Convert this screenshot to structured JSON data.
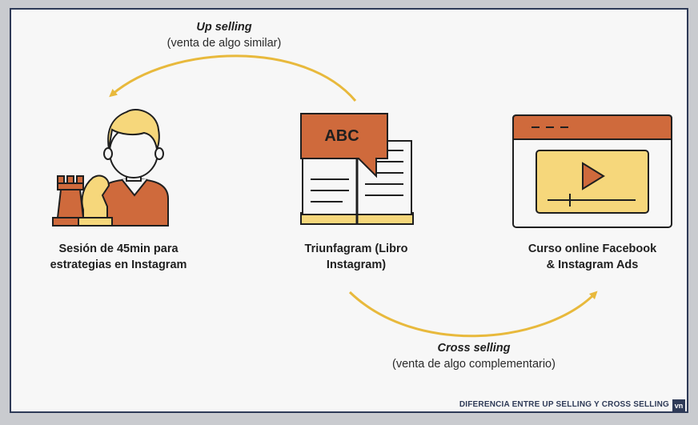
{
  "upsell": {
    "title": "Up selling",
    "subtitle": "(venta de algo similar)"
  },
  "crosssell": {
    "title": "Cross selling",
    "subtitle": "(venta de algo complementario)"
  },
  "items": [
    {
      "line1": "Sesión de 45min para",
      "line2": "estrategias en Instagram"
    },
    {
      "line1": "Triunfagram (Libro",
      "line2": "Instagram)"
    },
    {
      "line1": "Curso online Facebook",
      "line2": "& Instagram Ads"
    }
  ],
  "book_badge": "ABC",
  "footer": "DIFERENCIA ENTRE UP SELLING Y CROSS SELLING",
  "logo_text": "vn",
  "colors": {
    "orange": "#cf6a3c",
    "yellow": "#f6d77b",
    "gold": "#e8b93c",
    "navy": "#2e3a57",
    "dark": "#1f1f1f"
  }
}
